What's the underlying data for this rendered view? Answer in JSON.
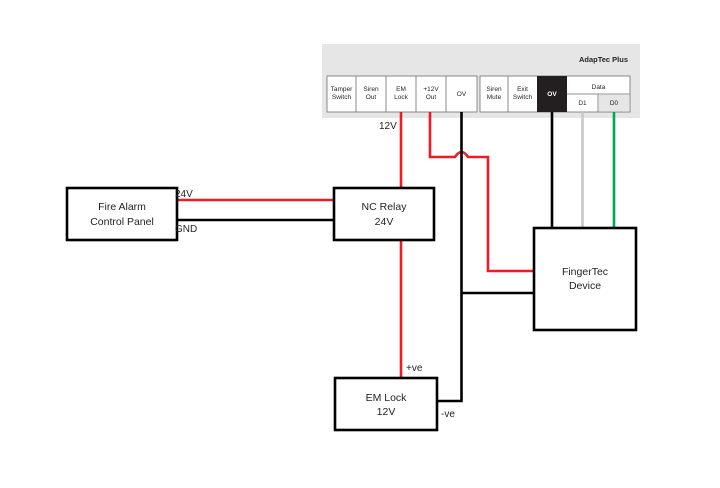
{
  "controller": {
    "title": "AdapTec Plus",
    "terminals_left": [
      {
        "id": "tamper-switch",
        "lines": [
          "Tamper",
          "Switch"
        ]
      },
      {
        "id": "siren-out",
        "lines": [
          "Siren",
          "Out"
        ]
      },
      {
        "id": "em-lock",
        "lines": [
          "EM",
          "Lock"
        ]
      },
      {
        "id": "plus12v-out",
        "lines": [
          "+12V",
          "Out"
        ]
      },
      {
        "id": "0v-left",
        "lines": [
          "OV"
        ]
      }
    ],
    "terminals_right": [
      {
        "id": "siren-mute",
        "lines": [
          "Siren",
          "Mute"
        ]
      },
      {
        "id": "exit-switch",
        "lines": [
          "Exit",
          "Switch"
        ]
      },
      {
        "id": "0v-right",
        "lines": [
          "OV"
        ]
      }
    ],
    "data_group": {
      "label": "Data",
      "d1": "D1",
      "d0": "D0"
    }
  },
  "components": {
    "fire_alarm": {
      "line1": "Fire Alarm",
      "line2": "Control Panel"
    },
    "nc_relay": {
      "line1": "NC Relay",
      "line2": "24V"
    },
    "fingertec": {
      "line1": "FingerTec",
      "line2": "Device"
    },
    "em_lock": {
      "line1": "EM Lock",
      "line2": "12V"
    }
  },
  "wire_labels": {
    "v12": "12V",
    "v24": "24V",
    "gnd": "GND",
    "pos": "+ve",
    "neg": "-ve"
  },
  "colors": {
    "red": "#ed1c24",
    "black": "#000000",
    "gray": "#c8c8c8",
    "green": "#00a651",
    "panel": "#e6e6e6",
    "highlight": "#231f20"
  }
}
